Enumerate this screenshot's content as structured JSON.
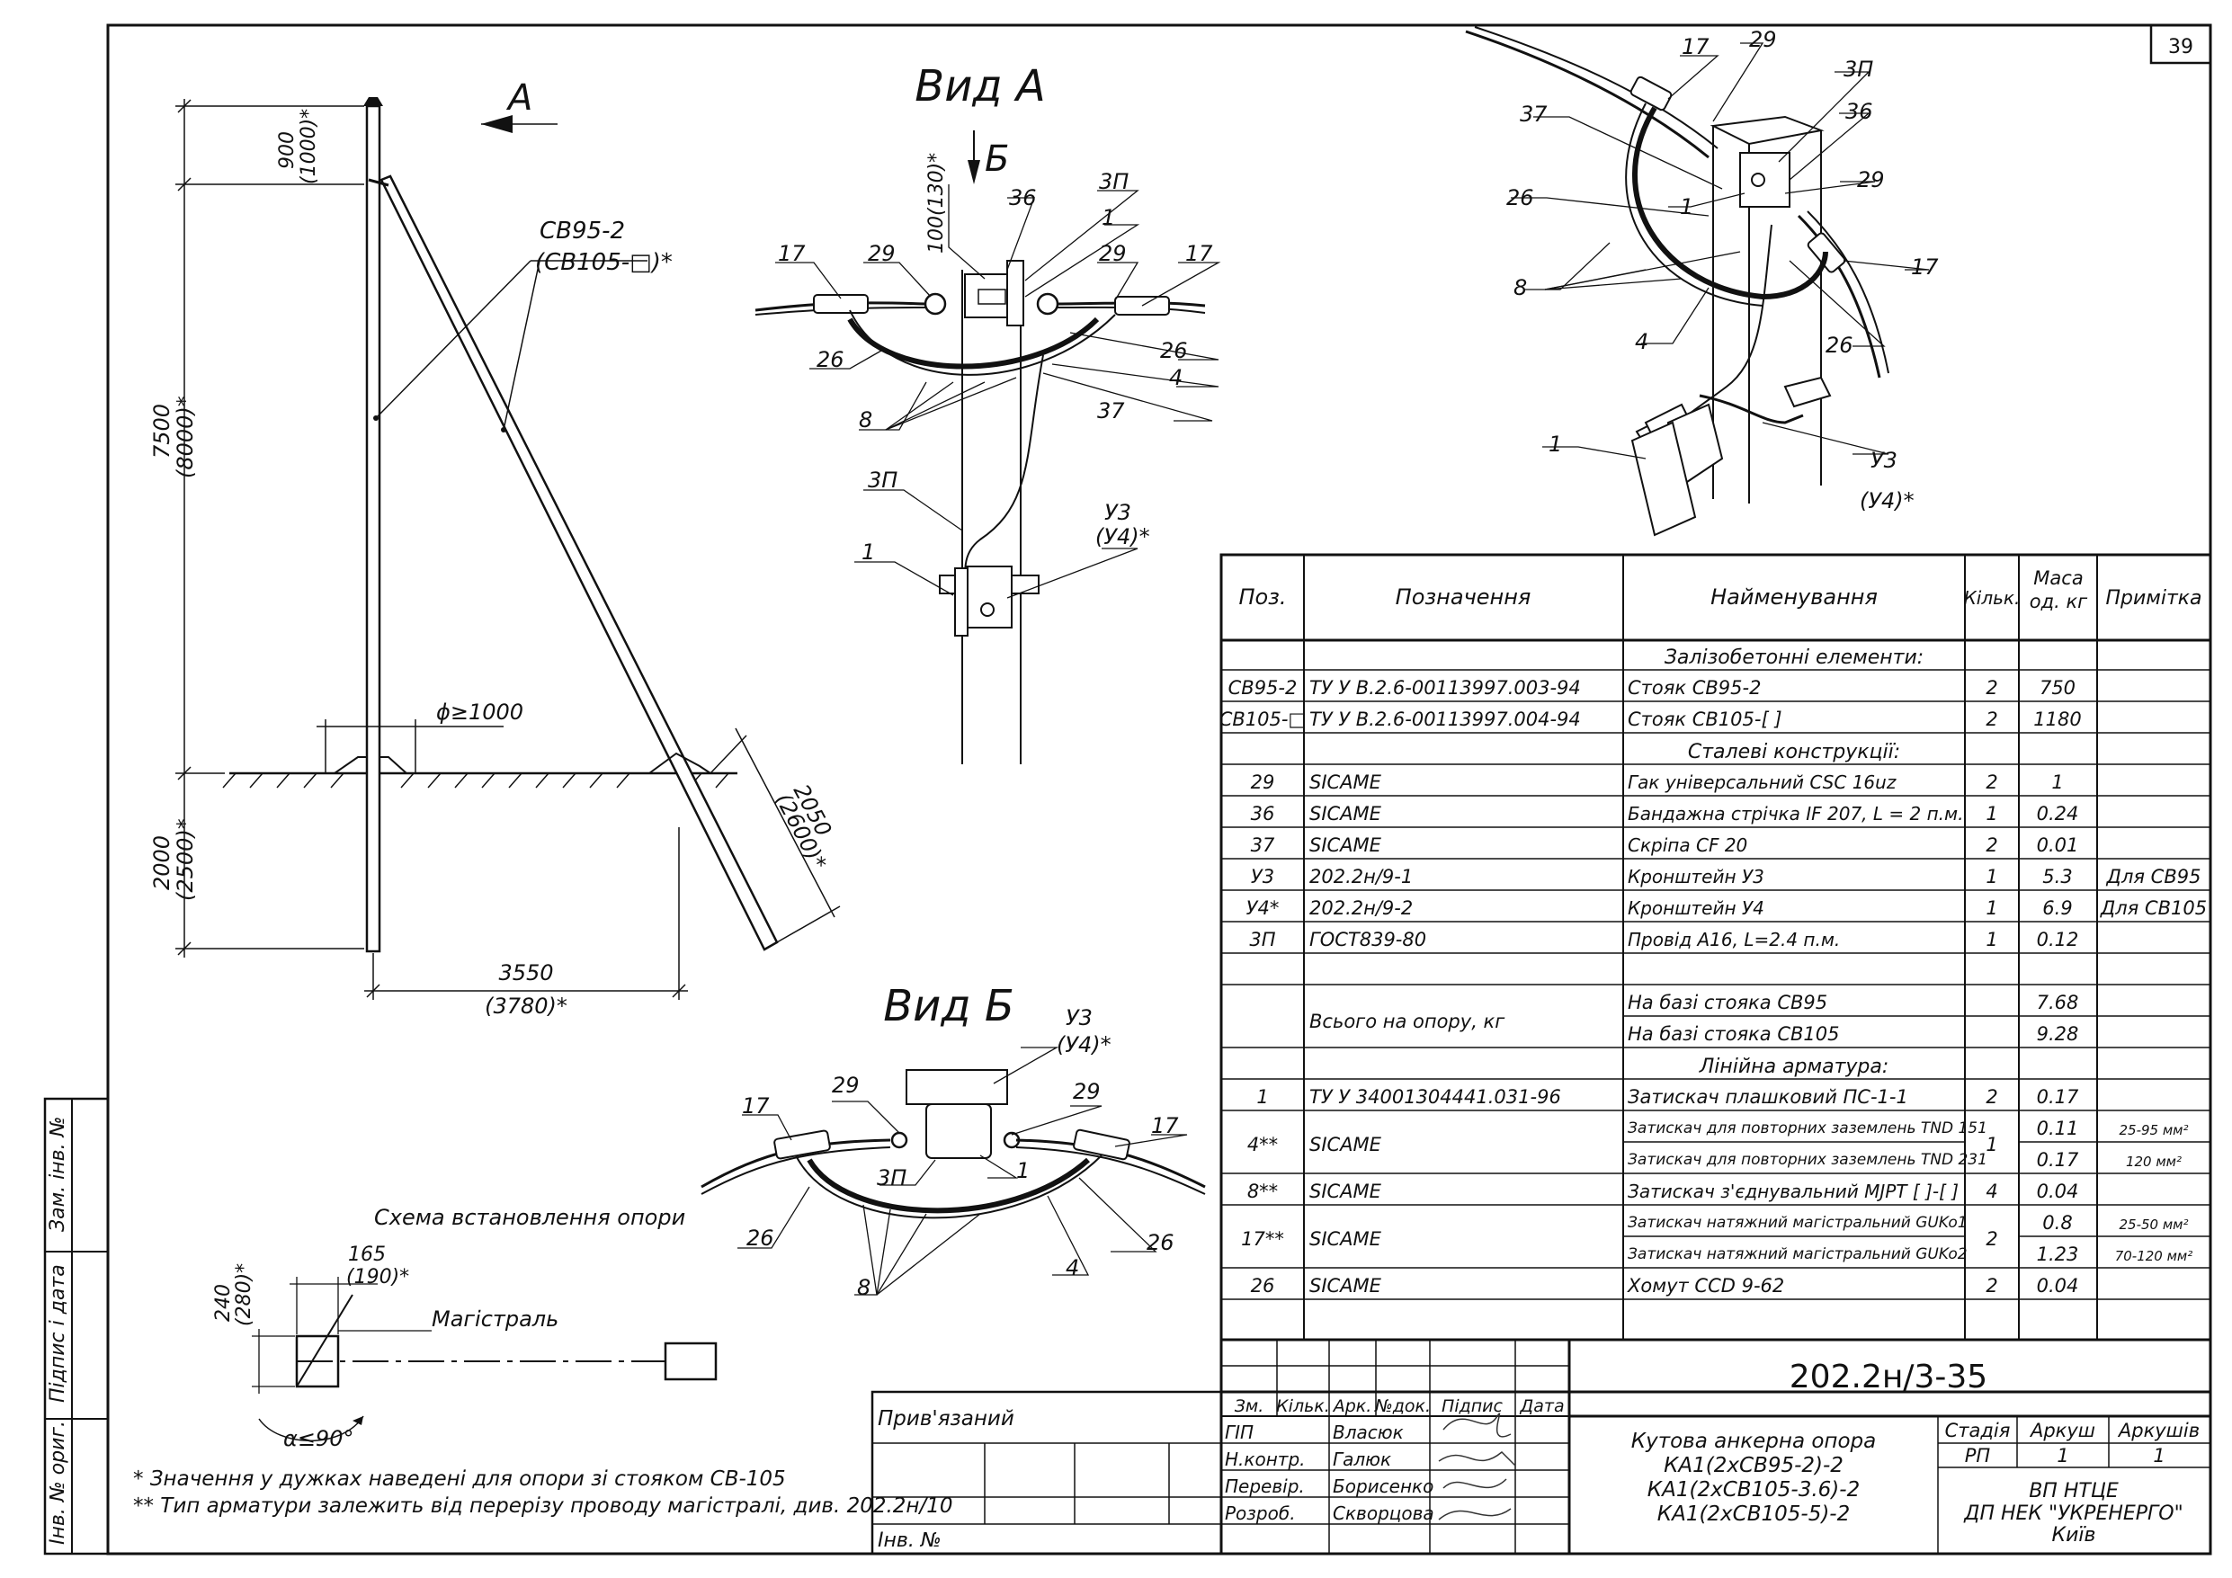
{
  "sheet": {
    "number": "39"
  },
  "views": {
    "view_a": "Вид А",
    "view_b": "Вид Б",
    "arrow_a": "А",
    "arrow_b": "Б"
  },
  "main_drawing": {
    "height_top": "900",
    "height_top_alt": "(1000)*",
    "pole_height": "7500",
    "pole_height_alt": "(8000)*",
    "depth": "2000",
    "depth_alt": "(2500)*",
    "strut_depth": "2050",
    "strut_depth_alt": "(2600)*",
    "base": "3550",
    "base_alt": "(3780)*",
    "pit": "ϕ≥1000",
    "pole_label": "СВ95-2",
    "pole_label_alt": "(СВ105-□)*"
  },
  "view_a_labels": {
    "gap": "100(130)*",
    "l36": "36",
    "l3p": "3П",
    "l1": "1",
    "l29a": "29",
    "l29b": "29",
    "l17a": "17",
    "l17b": "17",
    "l26a": "26",
    "l26b": "26",
    "l4": "4",
    "l37": "37",
    "l8": "8",
    "l3p2": "3П",
    "l1b": "1",
    "ly3": "У3",
    "ly4": "(У4)*"
  },
  "iso_labels": {
    "l17": "17",
    "l29": "29",
    "l3p": "3П",
    "l36": "36",
    "l37": "37",
    "l26": "26",
    "l1": "1",
    "l29b": "29",
    "l8": "8",
    "l17b": "17",
    "l4": "4",
    "l26b": "26",
    "l1b": "1",
    "ly3": "У3",
    "ly4": "(У4)*"
  },
  "view_b_labels": {
    "ly3": "У3",
    "ly4": "(У4)*",
    "l29a": "29",
    "l29b": "29",
    "l17a": "17",
    "l17b": "17",
    "l3p": "3П",
    "l1": "1",
    "l26a": "26",
    "l26b": "26",
    "l8": "8",
    "l4": "4"
  },
  "schema": {
    "title": "Схема встановлення опори",
    "dim_h": "240",
    "dim_h_alt": "(280)*",
    "dim_w": "165",
    "dim_w_alt": "(190)*",
    "main_line": "Магістраль",
    "angle": "α≤90°"
  },
  "notes": [
    "* Значення у дужках наведені для опори зі стояком СВ-105",
    "** Тип арматури залежить від перерізу проводу магістралі, див. 202.2н/10"
  ],
  "spec": {
    "headers": [
      "Поз.",
      "Позначення",
      "Найменування",
      "Кільк.",
      "Маса од. кг",
      "Примітка"
    ],
    "sections": {
      "concrete": "Залізобетонні елементи:",
      "steel": "Сталеві конструкції:",
      "linear": "Лінійна арматура:"
    },
    "concrete_rows": [
      [
        "СВ95-2",
        "ТУ У В.2.6-00113997.003-94",
        "Стояк СВ95-2",
        "2",
        "750",
        ""
      ],
      [
        "СВ105-□",
        "ТУ У В.2.6-00113997.004-94",
        "Стояк СВ105-[    ]",
        "2",
        "1180",
        ""
      ]
    ],
    "steel_rows": [
      [
        "29",
        "SICAME",
        "Гак універсальний CSC 16uz",
        "2",
        "1",
        ""
      ],
      [
        "36",
        "SICAME",
        "Бандажна стрічка IF 207, L = 2 п.м.",
        "1",
        "0.24",
        ""
      ],
      [
        "37",
        "SICAME",
        "Скріпа CF 20",
        "2",
        "0.01",
        ""
      ],
      [
        "У3",
        "202.2н/9-1",
        "Кронштейн У3",
        "1",
        "5.3",
        "Для СВ95"
      ],
      [
        "У4*",
        "202.2н/9-2",
        "Кронштейн У4",
        "1",
        "6.9",
        "Для СВ105"
      ],
      [
        "3П",
        "ГОСТ839-80",
        "Провід А16, L=2.4 п.м.",
        "1",
        "0.12",
        ""
      ]
    ],
    "total": {
      "label": "Всього на опору, кг",
      "r1": "На базі стояка СВ95",
      "m1": "7.68",
      "r2": "На базі стояка СВ105",
      "m2": "9.28"
    },
    "linear_rows": {
      "r1": [
        "1",
        "ТУ У 34001304441.031-96",
        "Затискач плашковий ПС-1-1",
        "2",
        "0.17",
        ""
      ],
      "r4": {
        "pos": "4**",
        "des": "SICAME",
        "n1": "Затискач для повторних заземлень TND 151",
        "n2": "Затискач для повторних заземлень TND 231",
        "qty": "1",
        "m1": "0.11",
        "m2": "0.17",
        "p1": "25-95 мм²",
        "p2": "120 мм²"
      },
      "r8": [
        "8**",
        "SICAME",
        "Затискач з'єднувальний MJPT [    ]-[    ]",
        "4",
        "0.04",
        ""
      ],
      "r17": {
        "pos": "17**",
        "des": "SICAME",
        "n1": "Затискач натяжний магістральний GUKo1",
        "n2": "Затискач натяжний магістральний GUKo2",
        "qty": "2",
        "m1": "0.8",
        "m2": "1.23",
        "p1": "25-50 мм²",
        "p2": "70-120 мм²"
      },
      "r26": [
        "26",
        "SICAME",
        "Хомут CCD 9-62",
        "2",
        "0.04",
        ""
      ]
    }
  },
  "title_block": {
    "code": "202.2н/3-35",
    "bound": "Прив'язаний",
    "inv": "Інв. №",
    "col_heads": [
      "Зм.",
      "Кільк.",
      "Арк.",
      "№док.",
      "Підпис",
      "Дата"
    ],
    "people": [
      [
        "ГІП",
        "Власюк"
      ],
      [
        "Н.контр.",
        "Галюк"
      ],
      [
        "Перевір.",
        "Борисенко"
      ],
      [
        "Розроб.",
        "Скворцова"
      ]
    ],
    "name_lines": [
      "Кутова анкерна опора",
      "КА1(2хСВ95-2)-2",
      "КА1(2хСВ105-3.6)-2",
      "КА1(2хСВ105-5)-2"
    ],
    "stage_head": [
      "Стадія",
      "Аркуш",
      "Аркушів"
    ],
    "stage_vals": [
      "РП",
      "1",
      "1"
    ],
    "org": [
      "ВП НТЦЕ",
      "ДП НЕК \"УКРЕНЕРГО\"",
      "Київ"
    ]
  },
  "side_stamp": [
    "Зам. інв. №",
    "Підпис і дата",
    "Інв. № ориг."
  ]
}
